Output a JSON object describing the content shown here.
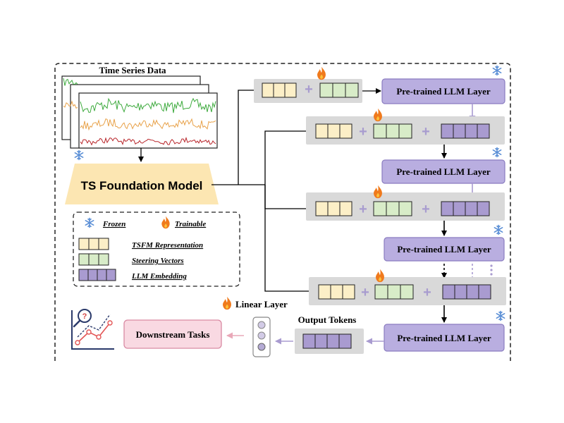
{
  "time_series": {
    "title": "Time Series Data"
  },
  "foundation_model": {
    "label": "TS Foundation Model"
  },
  "llm_layer_label": "Pre-trained LLM Layer",
  "legend": {
    "frozen": "Frozen",
    "trainable": "Trainable",
    "tsfm_representation": "TSFM Representation",
    "steering_vectors": "Steering Vectors",
    "llm_embedding": "LLM Embedding"
  },
  "output_tokens": "Output Tokens",
  "linear_layer": "Linear Layer",
  "downstream_tasks": "Downstream Tasks",
  "colors": {
    "tsfm": "#fcefc7",
    "steering": "#d8ecc8",
    "llm": "#a99bd0",
    "llm_layer_fill": "#b9aee0",
    "llm_layer_stroke": "#8a7cc0",
    "band": "#d9d9d9",
    "plus": "#a89ccf",
    "downstream_fill": "#f9d9e2",
    "downstream_stroke": "#d98aa3",
    "ts_green": "#3daa3d",
    "ts_orange": "#e8a24a",
    "ts_red": "#b8252a",
    "frozen_icon": "#5b8fd6",
    "flame": "#f07a1c"
  },
  "icons": [
    "snowflake-icon",
    "flame-icon",
    "magnifier-question-icon",
    "chart-icon"
  ]
}
